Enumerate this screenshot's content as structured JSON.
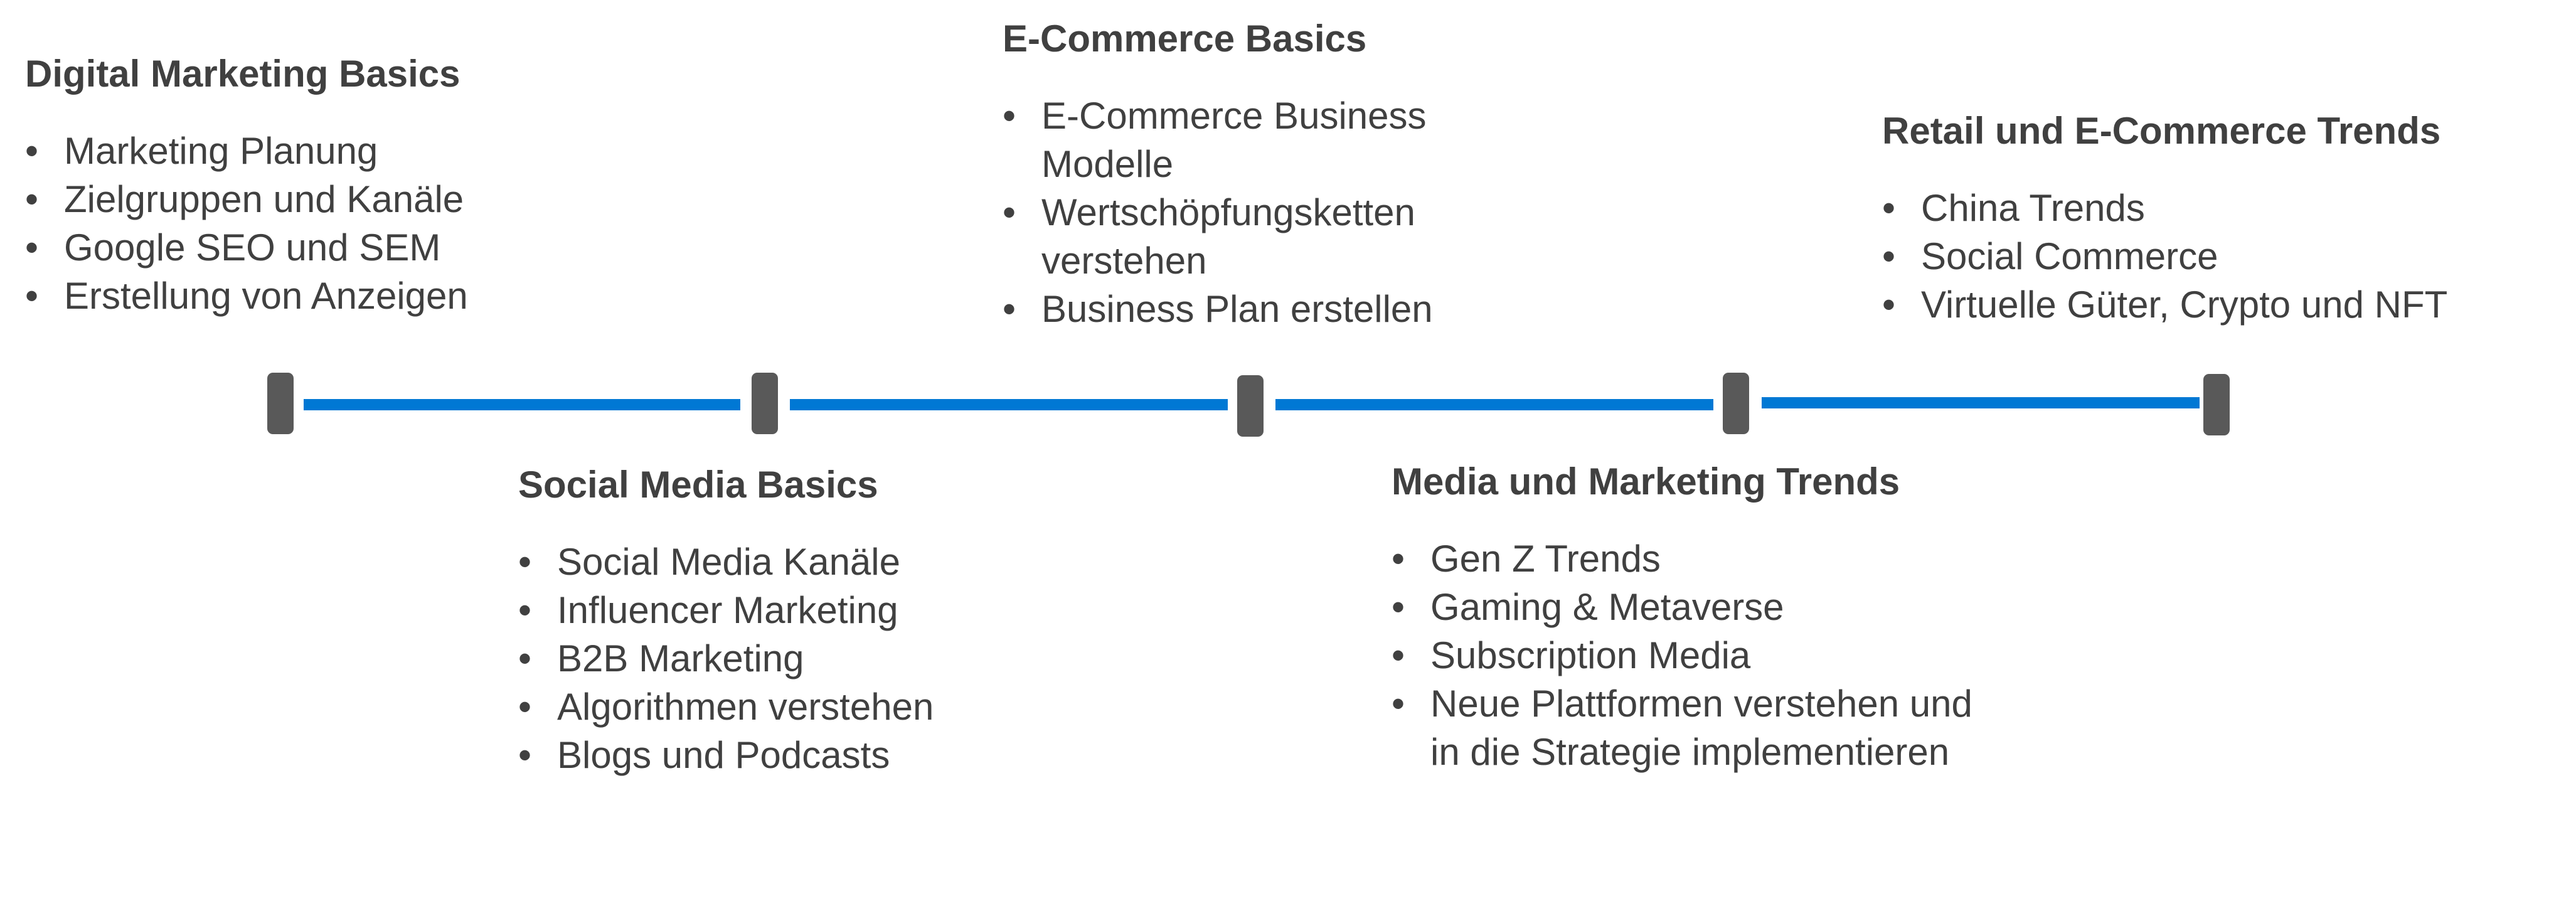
{
  "colors": {
    "text": "#404040",
    "connector": "#0078D4",
    "milestone": "#595959"
  },
  "bullet_char": "•",
  "sections": [
    {
      "title": "Digital Marketing Basics",
      "items": [
        "Marketing Planung",
        "Zielgruppen und Kanäle",
        "Google SEO und SEM",
        "Erstellung von Anzeigen"
      ]
    },
    {
      "title": "Social Media Basics",
      "items": [
        "Social Media Kanäle",
        "Influencer Marketing",
        "B2B Marketing",
        "Algorithmen verstehen",
        "Blogs und Podcasts"
      ]
    },
    {
      "title": "E-Commerce Basics",
      "items": [
        "E-Commerce Business\nModelle",
        "Wertschöpfungsketten\nverstehen",
        "Business Plan erstellen"
      ]
    },
    {
      "title": "Media und Marketing Trends",
      "items": [
        "Gen Z Trends",
        "Gaming & Metaverse",
        "Subscription Media",
        "Neue Plattformen verstehen und\nin die Strategie implementieren"
      ]
    },
    {
      "title": "Retail und E-Commerce Trends",
      "items": [
        "China Trends",
        "Social Commerce",
        "Virtuelle Güter, Crypto und NFT"
      ]
    }
  ]
}
